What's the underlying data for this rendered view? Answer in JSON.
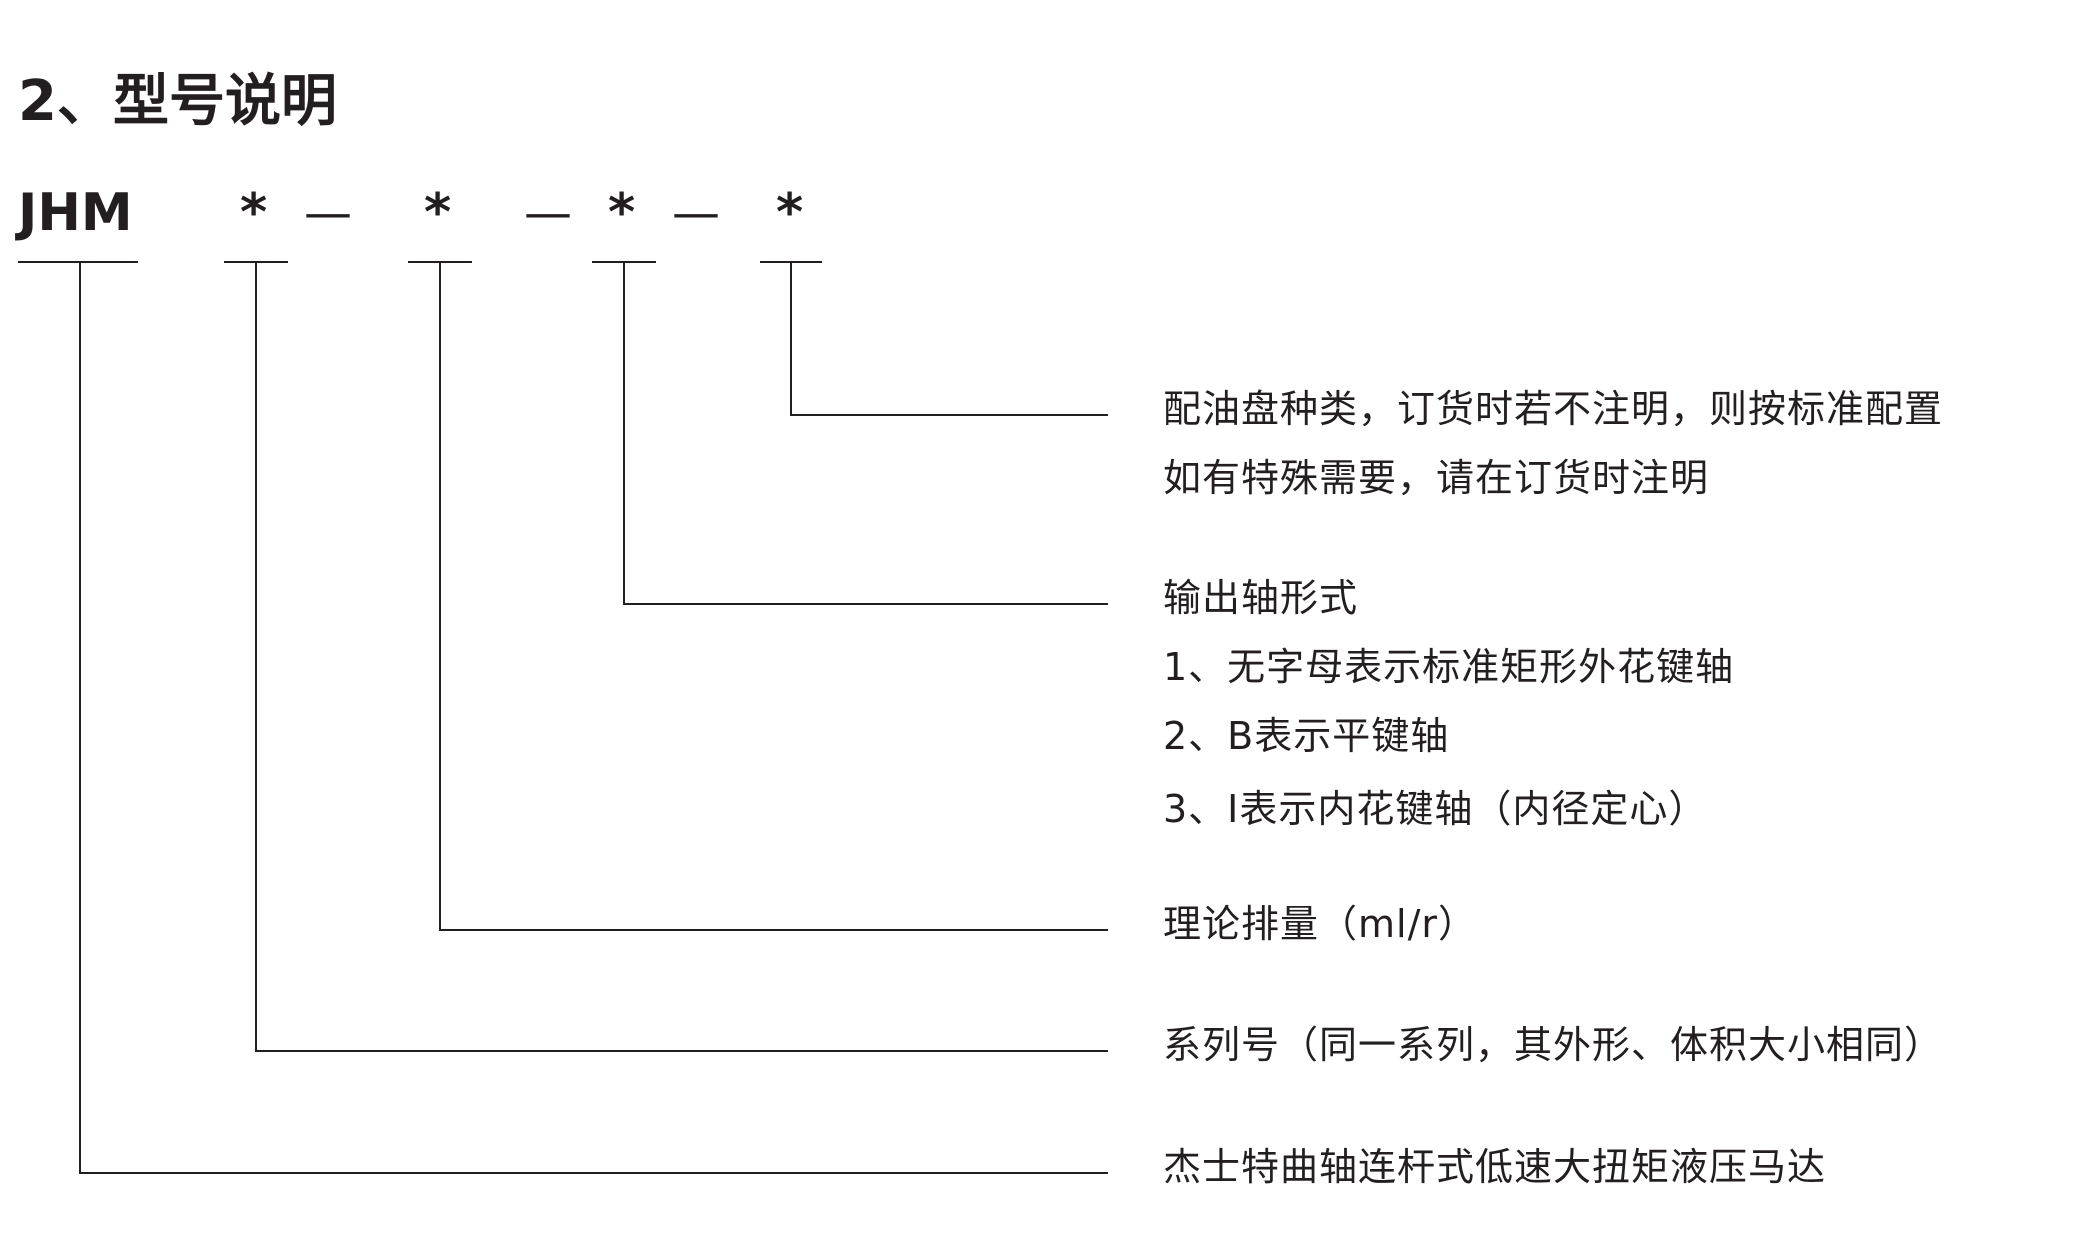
{
  "heading": "2、型号说明",
  "model_code": {
    "prefix": "JHM",
    "fields": [
      "*",
      "*",
      "*",
      "*"
    ],
    "separators": [
      "—",
      "—",
      "—"
    ]
  },
  "descriptions": {
    "oil_distribution_plate": {
      "line1": "配油盘种类，订货时若不注明，则按标准配置",
      "line2": "如有特殊需要，请在订货时注明"
    },
    "output_shaft": {
      "title": "输出轴形式",
      "options": [
        "1、无字母表示标准矩形外花键轴",
        "2、B表示平键轴",
        "3、I表示内花键轴（内径定心）"
      ]
    },
    "displacement": "理论排量（ml/r）",
    "series": "系列号（同一系列，其外形、体积大小相同）",
    "product": "杰士特曲轴连杆式低速大扭矩液压马达"
  },
  "colors": {
    "text": "#231f20",
    "line": "#231f20",
    "background": "#ffffff"
  }
}
